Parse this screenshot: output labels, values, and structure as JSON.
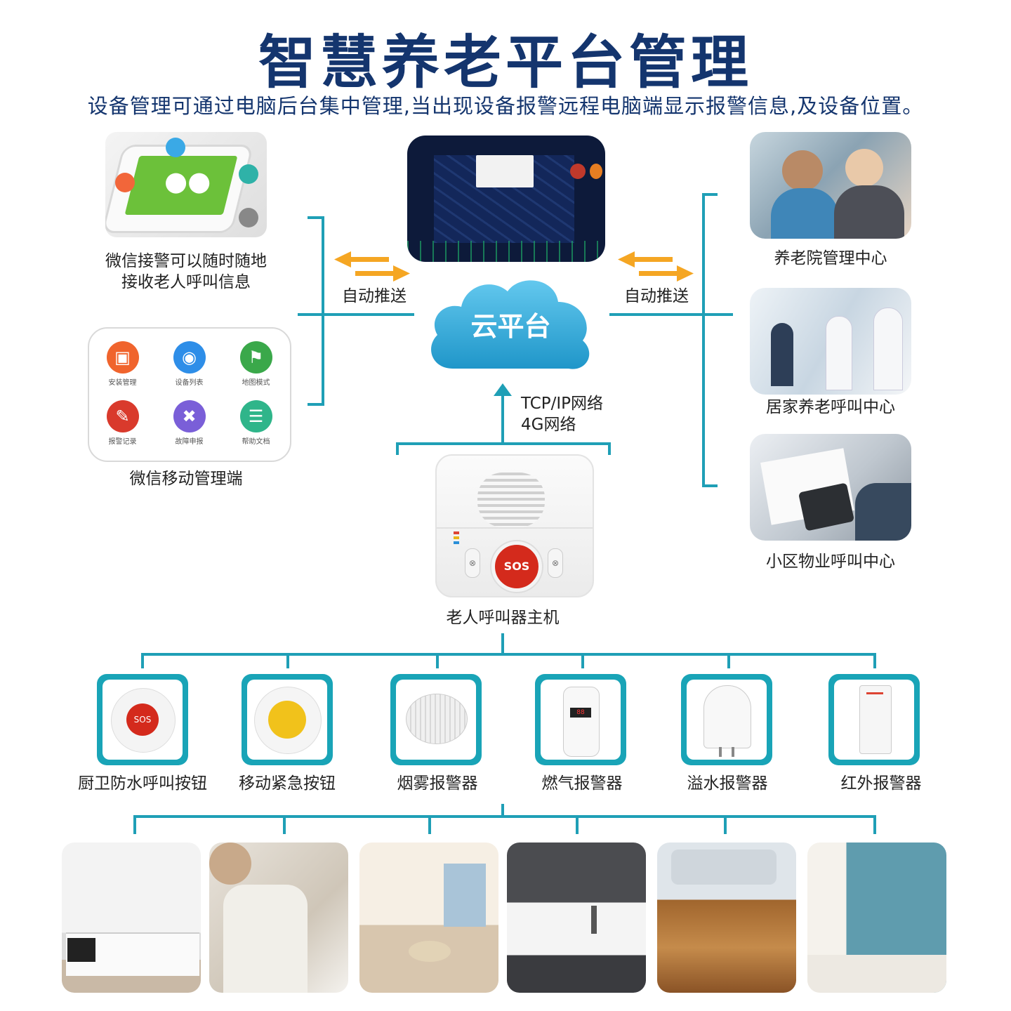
{
  "header": {
    "title": "智慧养老平台管理",
    "subtitle": "设备管理可通过电脑后台集中管理,当出现设备报警远程电脑端显示报警信息,及设备位置。"
  },
  "left_panel": {
    "wechat_alarm_label_line1": "微信接警可以随时随地",
    "wechat_alarm_label_line2": "接收老人呼叫信息",
    "mobile_label": "微信移动管理端",
    "apps": [
      {
        "name": "安装管理",
        "icon": "install-icon",
        "color": "#f0642d"
      },
      {
        "name": "设备列表",
        "icon": "device-list-icon",
        "color": "#2e8ee8"
      },
      {
        "name": "地图模式",
        "icon": "map-pin-icon",
        "color": "#3aa84a"
      },
      {
        "name": "报警记录",
        "icon": "alarm-record-icon",
        "color": "#d93a2c"
      },
      {
        "name": "故障申报",
        "icon": "tools-icon",
        "color": "#7a5fd8"
      },
      {
        "name": "帮助文档",
        "icon": "help-doc-icon",
        "color": "#2fb58a"
      }
    ]
  },
  "center": {
    "push_left_label": "自动推送",
    "push_right_label": "自动推送",
    "cloud_label": "云平台",
    "network_line1": "TCP/IP网络",
    "network_line2": "4G网络",
    "device_label": "老人呼叫器主机",
    "sos_text": "SOS"
  },
  "right_panel": {
    "centers": [
      {
        "label": "养老院管理中心"
      },
      {
        "label": "居家养老呼叫中心"
      },
      {
        "label": "小区物业呼叫中心"
      }
    ]
  },
  "sensors": [
    {
      "label": "厨卫防水呼叫按钮"
    },
    {
      "label": "移动紧急按钮"
    },
    {
      "label": "烟雾报警器"
    },
    {
      "label": "燃气报警器"
    },
    {
      "label": "溢水报警器"
    },
    {
      "label": "红外报警器"
    }
  ],
  "colors": {
    "title": "#14356e",
    "line": "#1f9fb6",
    "arrow": "#f5a623",
    "cloud": "#3ab3d9",
    "tile": "#19a4b7"
  }
}
